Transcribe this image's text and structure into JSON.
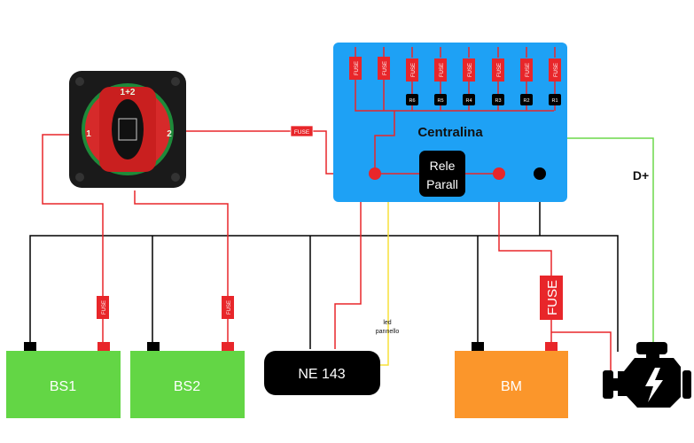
{
  "colors": {
    "panel": "#1ea1f5",
    "wire_red": "#e8262a",
    "wire_black": "#000000",
    "wire_green": "#6cd94a",
    "wire_yellow": "#f7e03a",
    "battery_service": "#63d645",
    "battery_engine": "#fb962b",
    "fuse": "#e8262a",
    "module": "#000000"
  },
  "panel": {
    "title": "Centralina",
    "relay_label_line1": "Rele",
    "relay_label_line2": "Parall",
    "fuse_label": "FUSE",
    "relays": [
      "R6",
      "R5",
      "R4",
      "R3",
      "R2",
      "R1"
    ]
  },
  "switch": {
    "positions": [
      "1+2",
      "1",
      "2"
    ]
  },
  "fuses": {
    "switch_to_panel": "FUSE",
    "bs1": "FUSE",
    "bs2": "FUSE",
    "bm": "FUSE"
  },
  "batteries": {
    "bs1": "BS1",
    "bs2": "BS2",
    "bm": "BM"
  },
  "module": {
    "label": "NE 143",
    "yellow_wire_label_line1": "led",
    "yellow_wire_label_line2": "pannello"
  },
  "engine": {
    "signal_label": "D+"
  }
}
